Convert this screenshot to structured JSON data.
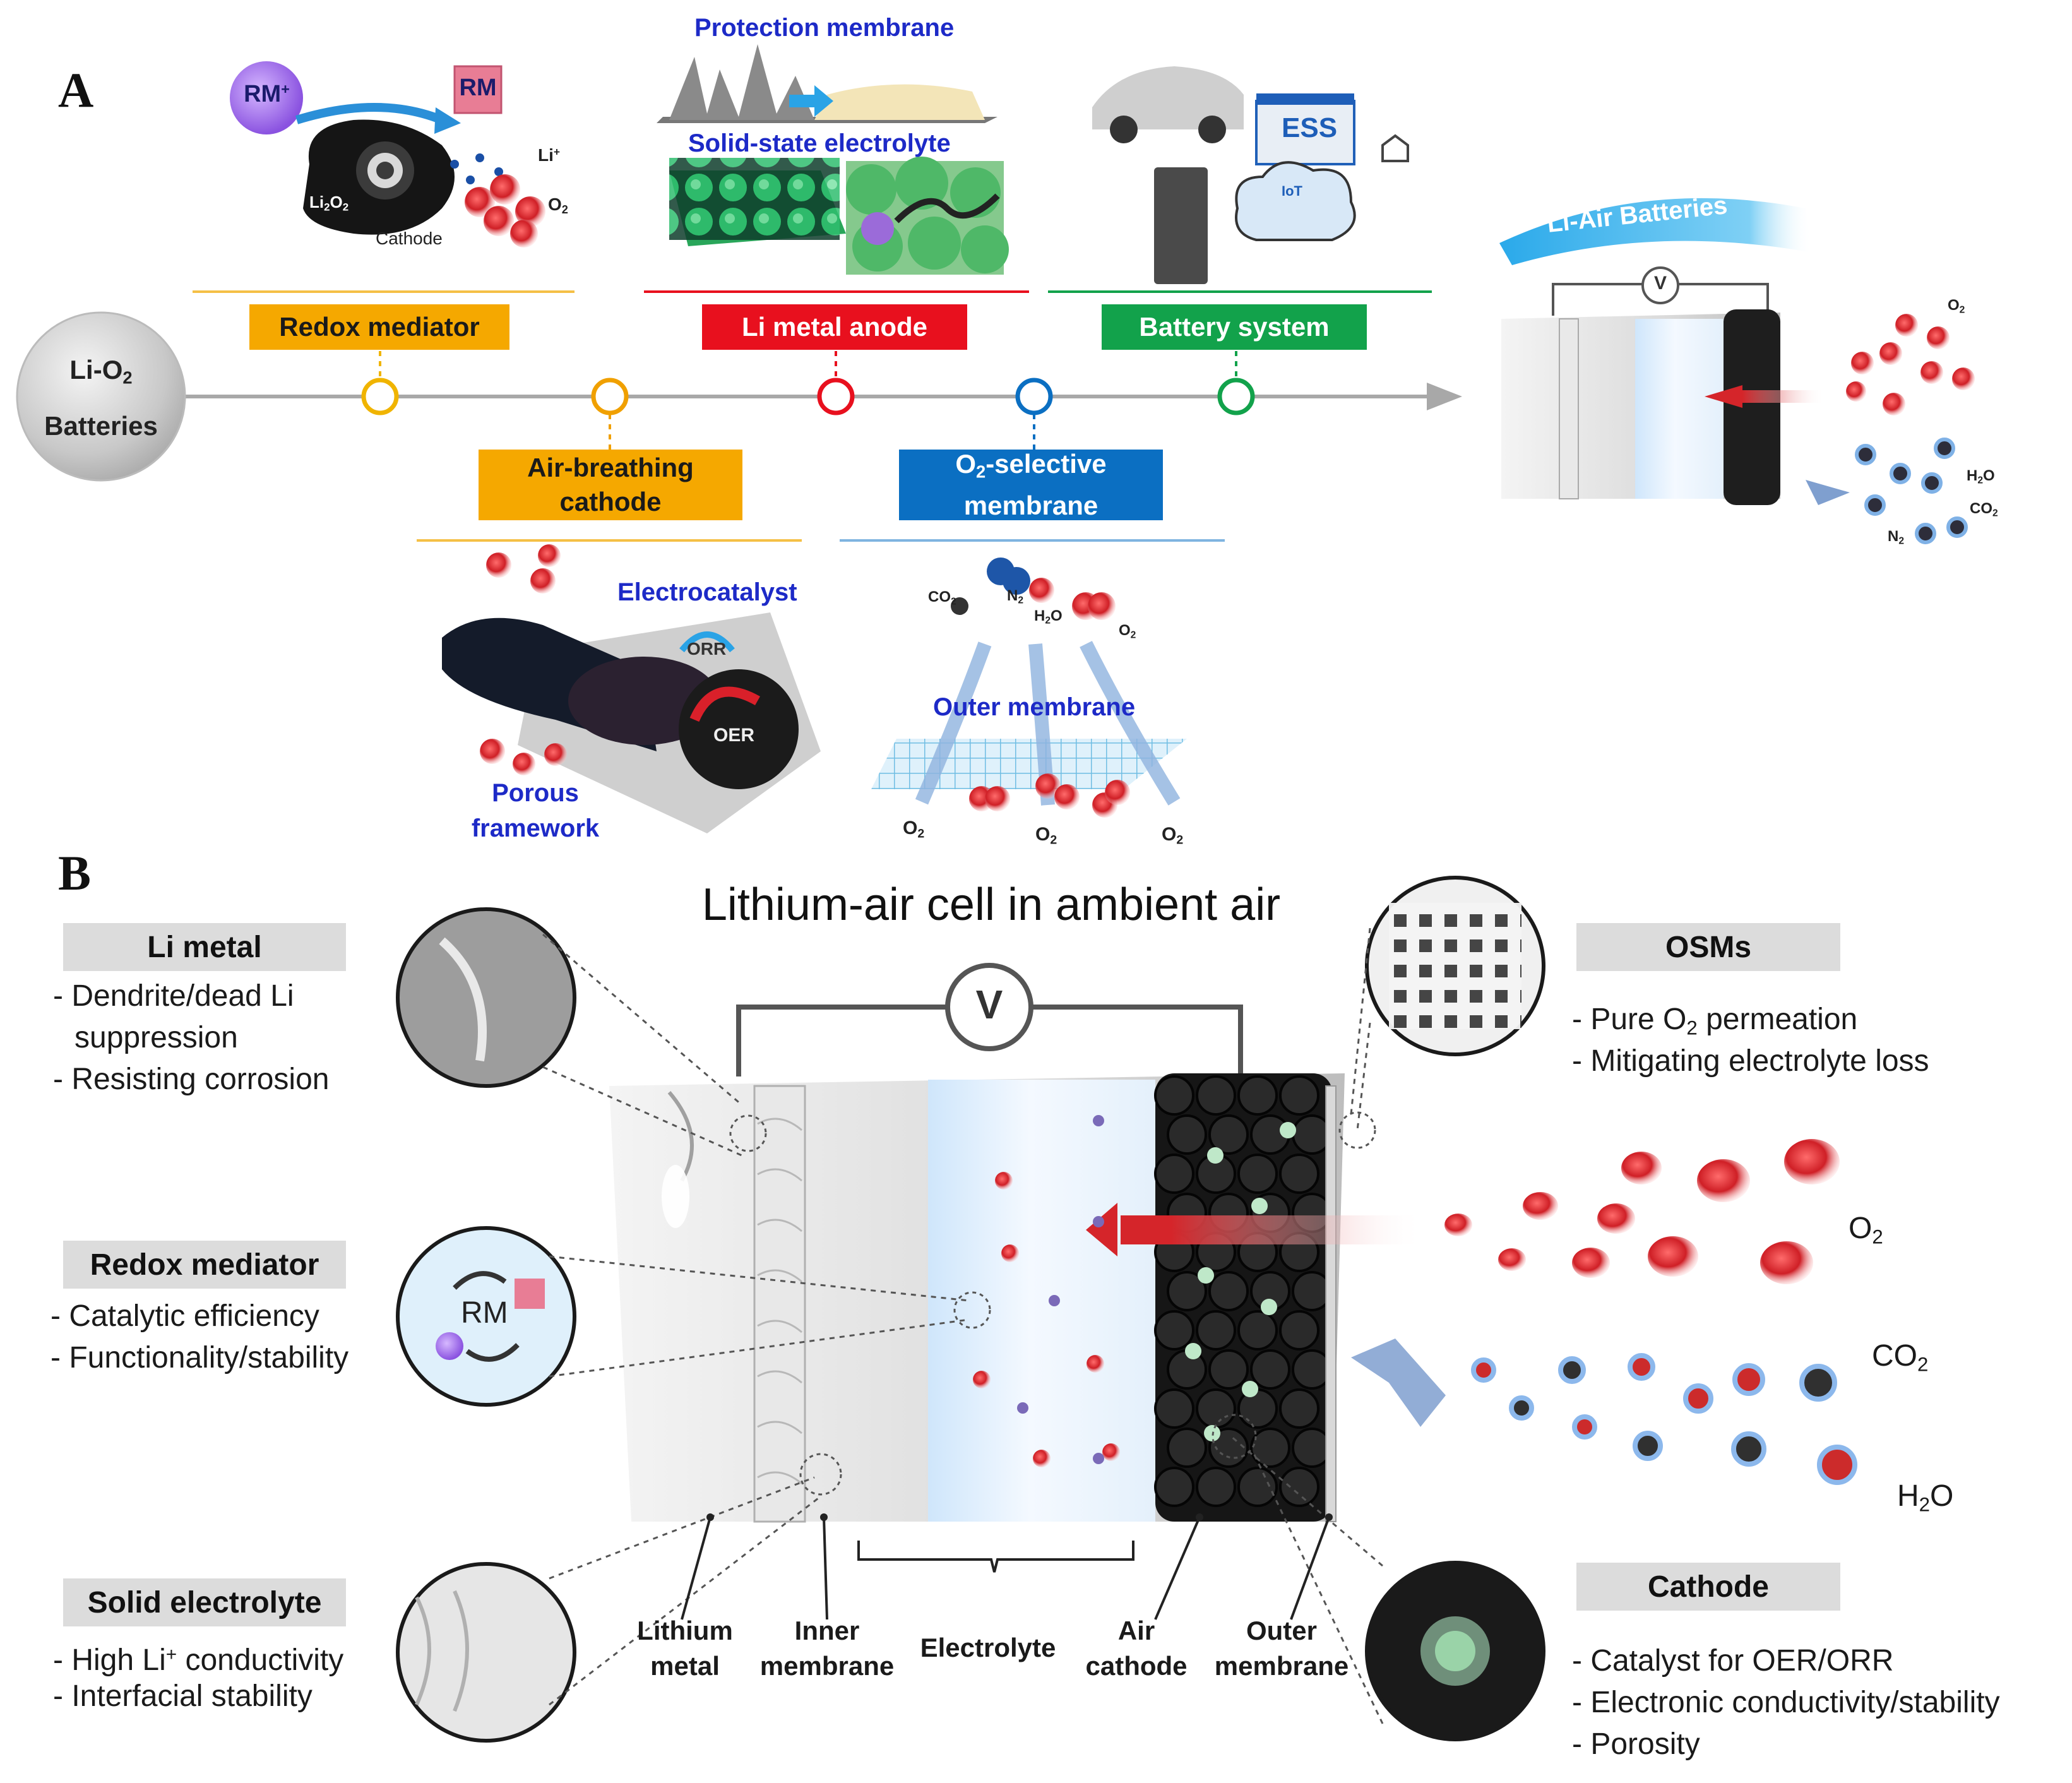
{
  "panel_a": {
    "letter": "A",
    "start_circle": {
      "line1": "Li-O",
      "line1_sub": "2",
      "line2": "Batteries"
    },
    "upper_labels": [
      {
        "text": "Redox mediator",
        "color": "#f5a800"
      },
      {
        "text": "Li metal anode",
        "color": "#e8101e"
      },
      {
        "text": "Battery system",
        "color": "#12a24b"
      }
    ],
    "lower_labels": [
      {
        "line1": "Air-breathing",
        "line2": "cathode",
        "color": "#f5a800"
      },
      {
        "line1_pre": "O",
        "line1_sub": "2",
        "line1_post": "-selective",
        "line2": "membrane",
        "color": "#0b6fc2"
      }
    ],
    "node_colors": [
      "#f0b400",
      "#f0a000",
      "#e8101e",
      "#0b6fc2",
      "#12a24b"
    ],
    "rm": {
      "rm_plus": "RM",
      "rm_plus_sup": "+",
      "rm": "RM",
      "li2o2": "Li",
      "li2o2_sub": "2",
      "li2o2_post": "O",
      "li2o2_sub2": "2",
      "cathode": "Cathode",
      "li_plus": "Li",
      "li_plus_sup": "+",
      "o2": "O",
      "o2_sub": "2"
    },
    "protection_membrane": "Protection membrane",
    "solid_state_electrolyte": "Solid-state electrolyte",
    "ess": "ESS",
    "iot": "IoT",
    "li_air_batteries": "Li-Air Batteries",
    "electrocatalyst": "Electrocatalyst",
    "orr": "ORR",
    "oer": "OER",
    "porous_framework": {
      "line1": "Porous",
      "line2": "framework"
    },
    "outer_membrane": "Outer membrane",
    "small_cell_v": "V",
    "small_cell_labels": {
      "o2": "O",
      "o2_sub": "2",
      "h2o_pre": "H",
      "h2o_sub": "2",
      "h2o_post": "O",
      "co2_pre": "CO",
      "co2_sub": "2",
      "n2": "N",
      "n2_sub": "2"
    },
    "membrane_gases": {
      "co2_pre": "CO",
      "co2_sub": "2",
      "n2": "N",
      "n2_sub": "2",
      "h2o_pre": "H",
      "h2o_sub": "2",
      "h2o_post": "O",
      "o2": "O",
      "o2_sub": "2"
    },
    "membrane_o2": [
      {
        "pre": "O",
        "sub": "2"
      },
      {
        "pre": "O",
        "sub": "2"
      },
      {
        "pre": "O",
        "sub": "2"
      }
    ]
  },
  "panel_b": {
    "letter": "B",
    "title": "Lithium-air cell in ambient air",
    "voltmeter": "V",
    "li_metal": {
      "heading": "Li metal",
      "bullets": [
        "- Dendrite/dead Li",
        "suppression",
        "- Resisting corrosion"
      ]
    },
    "redox_mediator": {
      "heading": "Redox mediator",
      "bullets": [
        "- Catalytic efficiency",
        "- Functionality/stability"
      ],
      "rm": "RM"
    },
    "solid_electrolyte": {
      "heading": "Solid electrolyte",
      "bullet1_pre": "- High Li",
      "bullet1_sup": "+",
      "bullet1_post": " conductivity",
      "bullet2": "- Interfacial stability"
    },
    "osms": {
      "heading": "OSMs",
      "bullet1_pre": "- Pure O",
      "bullet1_sub": "2",
      "bullet1_post": " permeation",
      "bullet2": "- Mitigating electrolyte loss"
    },
    "cathode": {
      "heading": "Cathode",
      "bullets": [
        "- Catalyst for OER/ORR",
        "- Electronic conductivity/stability",
        "- Porosity"
      ]
    },
    "gases": {
      "o2_pre": "O",
      "o2_sub": "2",
      "co2_pre": "CO",
      "co2_sub": "2",
      "h2o_pre": "H",
      "h2o_sub": "2",
      "h2o_post": "O"
    },
    "bottom_labels": [
      {
        "line1": "Lithium",
        "line2": "metal"
      },
      {
        "line1": "Inner",
        "line2": "membrane"
      },
      {
        "line1": "Electrolyte",
        "line2": ""
      },
      {
        "line1": "Air",
        "line2": "cathode"
      },
      {
        "line1": "Outer",
        "line2": "membrane"
      }
    ]
  },
  "colors": {
    "timeline": "#a8a8a8",
    "blue_text": "#1d2ac7",
    "o2_red": "#d5252a",
    "blue_arrow": "#7f9fcf",
    "gray_head": "#dcdcdc"
  }
}
